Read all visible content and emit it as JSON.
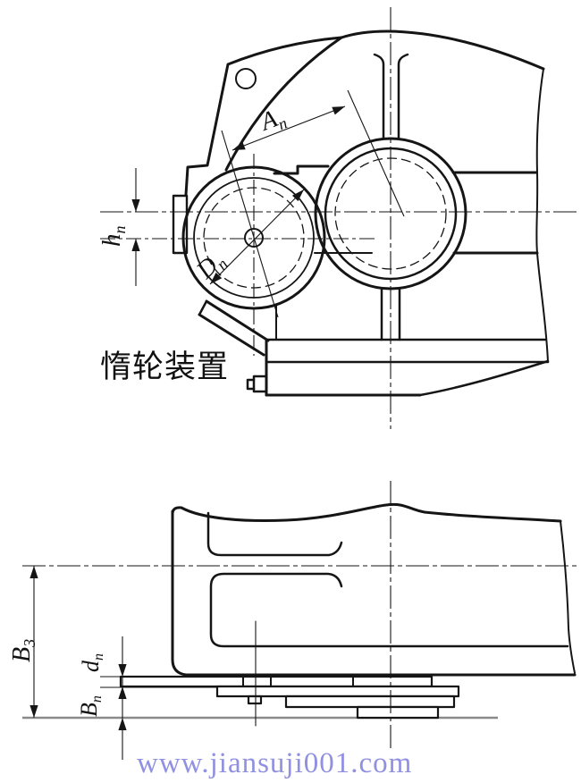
{
  "drawing": {
    "caption": "惰轮装置",
    "watermark": "www.jiansuji001.com"
  },
  "dimensions": {
    "center_distance": {
      "base": "A",
      "sub": "n"
    },
    "idler_diameter": {
      "base": "D",
      "sub": "n"
    },
    "idler_offset": {
      "base": "h",
      "sub": "n"
    },
    "overall_height": {
      "base": "B",
      "sub": "3"
    },
    "shaft_diameter": {
      "base": "d",
      "sub": "n"
    },
    "plate_height": {
      "base": "B",
      "sub": "n"
    }
  },
  "colors": {
    "line": "#151515",
    "watermark": "#9191e2",
    "ground_line": "#8a8a8a"
  }
}
